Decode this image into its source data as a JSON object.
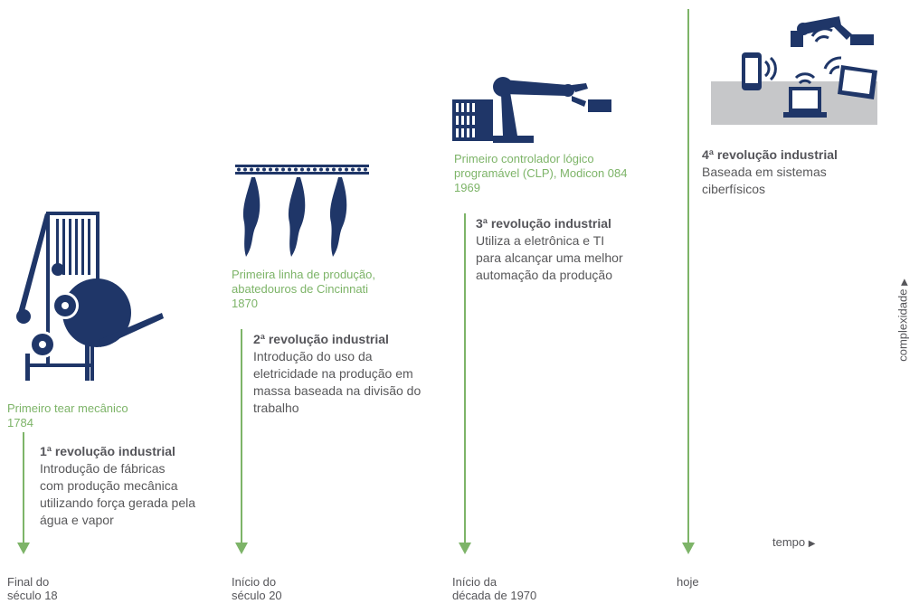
{
  "stages": [
    {
      "caption_line1": "Primeiro tear mecânico",
      "caption_line2": "1784",
      "title": "1ª revolução industrial",
      "desc": [
        "Introdução de fábricas",
        "com produção mecânica",
        "utilizando força gerada pela",
        "água e vapor"
      ],
      "era": [
        "Final do",
        "século 18"
      ],
      "icon": "mechanical-loom-icon"
    },
    {
      "caption_line1": "Primeira linha de produção,",
      "caption_line2": "abatedouros de Cincinnati",
      "caption_line3": "1870",
      "title": "2ª revolução industrial",
      "desc": [
        "Introdução do uso da",
        "eletricidade na produção em",
        "massa baseada na divisão do",
        "trabalho"
      ],
      "era": [
        "Início do",
        "século 20"
      ],
      "icon": "slaughterhouse-conveyor-icon"
    },
    {
      "caption_line1": "Primeiro controlador lógico",
      "caption_line2": "programável (CLP), Modicon 084",
      "caption_line3": "1969",
      "title": "3ª revolução industrial",
      "desc": [
        "Utiliza a eletrônica e TI",
        "para alcançar uma melhor",
        "automação da produção"
      ],
      "era": [
        "Início da",
        "década de 1970"
      ],
      "icon": "robot-arm-plc-icon"
    },
    {
      "title": "4ª revolução industrial",
      "desc": [
        "Baseada em sistemas",
        "ciberfísicos"
      ],
      "era": [
        "hoje"
      ],
      "icon": "cyber-physical-devices-icon"
    }
  ],
  "axis": {
    "time_label": "tempo",
    "complexity_label": "complexidade"
  },
  "colors": {
    "accent_green": "#7db468",
    "icon_navy": "#1f3668",
    "text_gray": "#58585a",
    "panel_gray": "#c6c7c9"
  }
}
